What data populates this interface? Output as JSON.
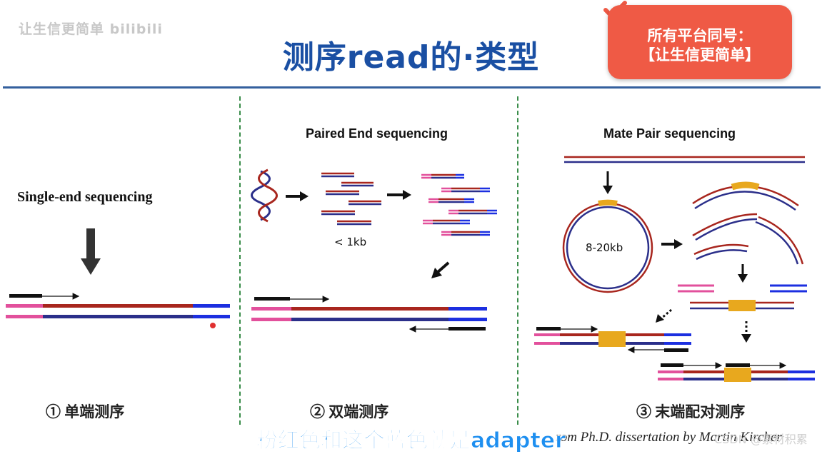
{
  "watermark": "让生信更简单 bilibili",
  "slide_title": "测序read的·类型",
  "badge": {
    "line1": "所有平台同号：",
    "line2": "【让生信更简单】"
  },
  "panels": [
    {
      "heading": "Single-end sequencing",
      "caption": "① 单端测序"
    },
    {
      "heading": "Paired End sequencing",
      "fragment_label": "< 1kb",
      "caption": "② 双端测序"
    },
    {
      "heading": "Mate Pair sequencing",
      "circle_label": "8-20kb",
      "caption": "③ 末端配对测序"
    }
  ],
  "subtitle": "粉红色和这个蓝色就是adapter",
  "credit": "rom Ph.D. dissertation by Martin Kircher",
  "csdn": "CSDN @素材积累",
  "colors": {
    "title": "#1a4fa3",
    "badge": "#ef5a45",
    "divider": "#3a8d4a",
    "dark_red": "#a8261e",
    "dark_blue": "#2b2f8a",
    "pink": "#e2509c",
    "blue": "#1c2fe0",
    "orange": "#e8a81e",
    "subtitle": "#1e8ff0"
  }
}
